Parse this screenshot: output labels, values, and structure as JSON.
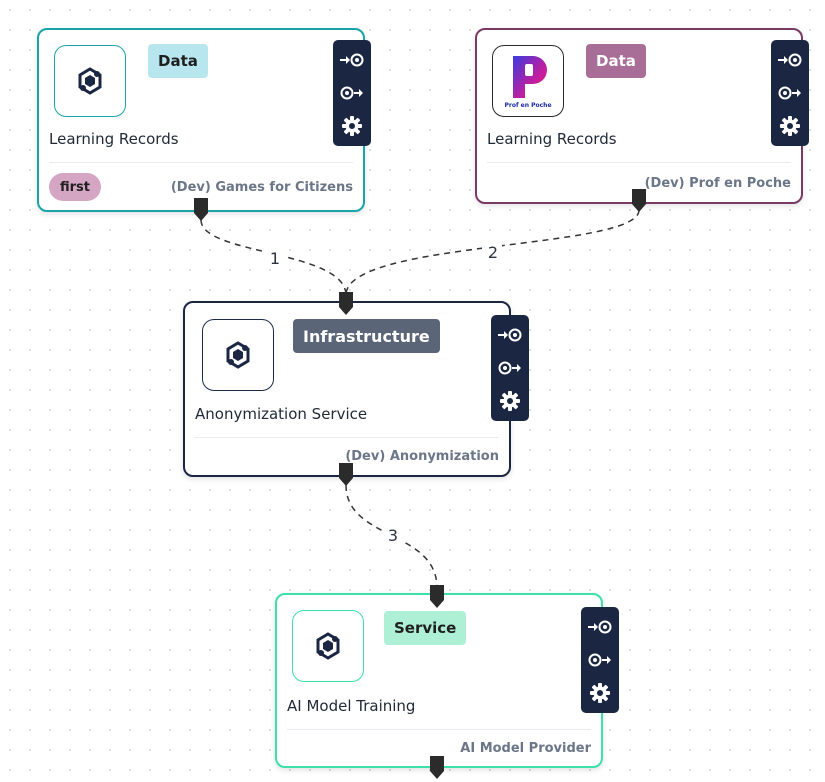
{
  "colors": {
    "data_tag_bg": "#b8e6ee",
    "data_tag_dark_bg": "#a86e98",
    "infra_tag_bg": "#5a6577",
    "service_tag_bg": "#aef0d6",
    "toolbar_bg": "#1b2742",
    "edge_color": "#333333",
    "badge_bg": "#d4a6c4"
  },
  "nodes": [
    {
      "id": "games-for-citizens",
      "tag": "Data",
      "title": "Learning Records",
      "subtitle": "(Dev) Games for Citizens",
      "badge": "first",
      "logo": "hexagon-logo-icon",
      "border_color": "#1aa3a8"
    },
    {
      "id": "prof-en-poche",
      "tag": "Data",
      "title": "Learning Records",
      "subtitle": "(Dev) Prof en Poche",
      "logo": "prof-en-poche-logo",
      "logo_caption": "Prof en Poche",
      "border_color": "#7a3a66"
    },
    {
      "id": "anonymization",
      "tag": "Infrastructure",
      "title": "Anonymization Service",
      "subtitle": "(Dev) Anonymization",
      "logo": "hexagon-logo-icon",
      "border_color": "#1b2742"
    },
    {
      "id": "ai-model-training",
      "tag": "Service",
      "title": "AI Model Training",
      "subtitle": "AI Model Provider",
      "logo": "hexagon-logo-icon",
      "border_color": "#3de0a6"
    }
  ],
  "toolbar_icons": [
    "input-gear-icon",
    "output-gear-icon",
    "settings-gear-icon"
  ],
  "edges": [
    {
      "label": "1",
      "from": "Learning Records (Dev) Games for Citizens",
      "to": "Anonymization Service"
    },
    {
      "label": "2",
      "from": "Learning Records (Dev) Prof en Poche",
      "to": "Anonymization Service"
    },
    {
      "label": "3",
      "from": "Anonymization Service",
      "to": "AI Model Training"
    }
  ]
}
